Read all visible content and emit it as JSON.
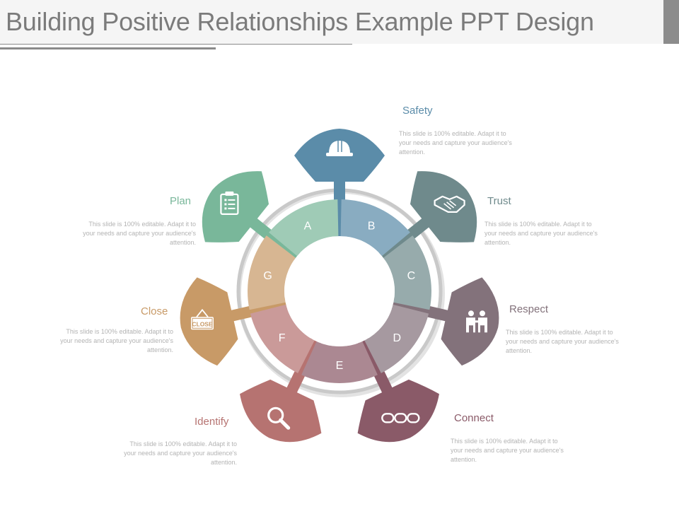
{
  "title": "Building Positive Relationships Example PPT Design",
  "colors": {
    "safety": "#5b8ca9",
    "trust": "#6f8a8c",
    "respect": "#83727b",
    "connect": "#8a5a68",
    "identify": "#b67371",
    "close": "#c89a67",
    "plan": "#79b79a",
    "ring": "#c9c9c9"
  },
  "items": [
    {
      "key": "safety",
      "label": "Safety",
      "letter": "B",
      "icon": "helmet-icon",
      "description": "This slide is 100% editable. Adapt it to your needs and capture your audience's attention."
    },
    {
      "key": "trust",
      "label": "Trust",
      "letter": "C",
      "icon": "handshake-icon",
      "description": "This slide is 100% editable. Adapt it to your needs and capture your audience's attention."
    },
    {
      "key": "respect",
      "label": "Respect",
      "letter": "D",
      "icon": "people-icon",
      "description": "This slide is 100% editable. Adapt it to your needs and capture your audience's attention."
    },
    {
      "key": "connect",
      "label": "Connect",
      "letter": "E",
      "icon": "chain-link-icon",
      "description": "This slide is 100% editable. Adapt it to your needs and capture your audience's attention."
    },
    {
      "key": "identify",
      "label": "Identify",
      "letter": "F",
      "icon": "magnifier-icon",
      "description": "This slide is 100% editable. Adapt it to your needs and capture your audience's attention."
    },
    {
      "key": "close",
      "label": "Close",
      "letter": "G",
      "icon": "close-sign-icon",
      "icon_text": "CLOSE",
      "description": "This slide is 100% editable. Adapt it to your needs and capture your audience's attention."
    },
    {
      "key": "plan",
      "label": "Plan",
      "letter": "A",
      "icon": "clipboard-icon",
      "description": "This slide is 100% editable. Adapt it to your needs and capture your audience's attention."
    }
  ]
}
